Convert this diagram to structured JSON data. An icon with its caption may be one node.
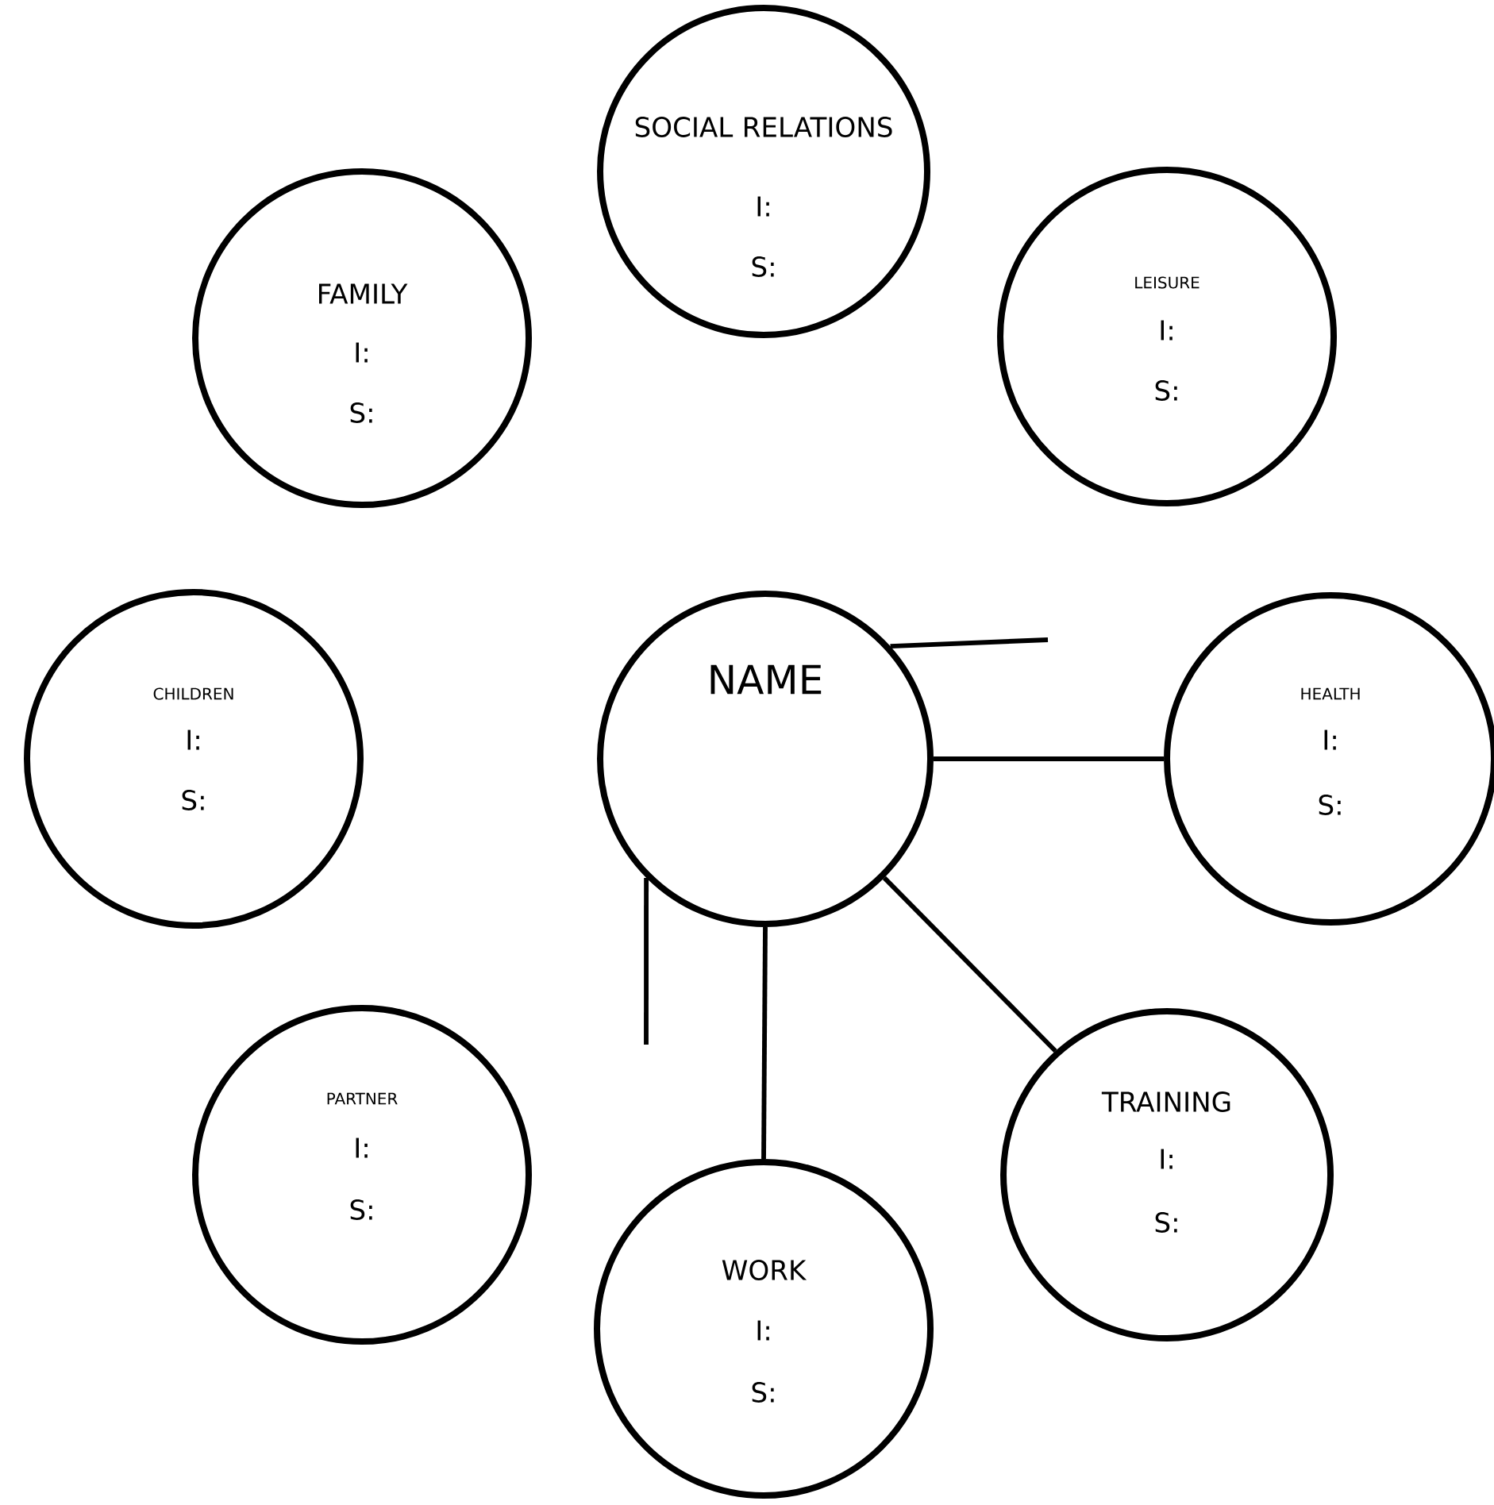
{
  "diagram": {
    "nodes": [
      {
        "text": [
          "SOCIAL RELATIONS",
          "I:",
          "S:"
        ]
      },
      {
        "text": [
          "FAMILY",
          "I:",
          "S:"
        ]
      },
      {
        "text": [
          "LEISURE",
          "I:",
          "S:"
        ]
      },
      {
        "text": [
          "CHILDREN",
          "I:",
          "S:"
        ]
      },
      {
        "text": [
          "NAME"
        ]
      },
      {
        "text": [
          "HEALTH",
          "I:",
          "S:"
        ]
      },
      {
        "text": [
          "PARTNER",
          "I:",
          "S:"
        ]
      },
      {
        "text": [
          "TRAINING",
          "I:",
          "S:"
        ]
      },
      {
        "text": [
          "WORK",
          "I:",
          "S:"
        ]
      }
    ],
    "edges": [
      {
        "from": 4,
        "to": null,
        "arrow": "none"
      },
      {
        "from": 4,
        "to": 5,
        "arrow": "none"
      },
      {
        "from": 4,
        "to": null,
        "arrow": "none"
      },
      {
        "from": 4,
        "to": 8,
        "arrow": "none"
      },
      {
        "from": 4,
        "to": 7,
        "arrow": "none"
      }
    ]
  }
}
